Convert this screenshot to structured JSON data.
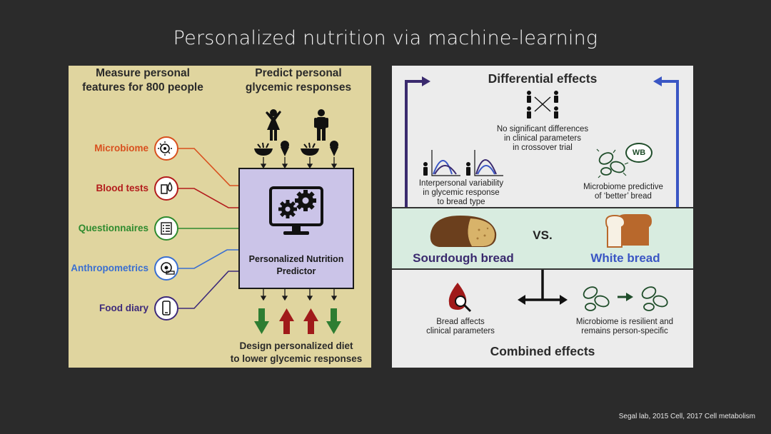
{
  "slide_title": "Personalized nutrition via machine-learning",
  "footer_citation": "Segal lab, 2015 Cell, 2017 Cell metabolism",
  "left_panel": {
    "header_measure": "Measure personal\nfeatures for 800 people",
    "header_predict": "Predict personal\nglycemic responses",
    "features": [
      {
        "label": "Microbiome",
        "color": "#d8501e",
        "icon": "bacteria-icon"
      },
      {
        "label": "Blood tests",
        "color": "#b31c1c",
        "icon": "blood-test-icon"
      },
      {
        "label": "Questionnaires",
        "color": "#2e8a2e",
        "icon": "checklist-icon"
      },
      {
        "label": "Anthropometrics",
        "color": "#3a6fd1",
        "icon": "tape-measure-icon"
      },
      {
        "label": "Food diary",
        "color": "#3d2a7a",
        "icon": "phone-icon"
      }
    ],
    "predictor_label": "Personalized Nutrition\nPredictor",
    "footer_design": "Design personalized diet\nto lower glycemic responses",
    "output_arrow_colors": [
      "#2e7d32",
      "#a01a1a",
      "#a01a1a",
      "#2e7d32"
    ]
  },
  "right_panel": {
    "differential_title": "Differential effects",
    "no_difference_text": "No significant differences\nin clinical parameters\nin crossover trial",
    "variability_text": "Interpersonal variability\nin glycemic response\nto bread type",
    "microbiome_predictive_text": "Microbiome predictive\nof ‘better’ bread",
    "wb_badge": "WB",
    "vs_text": "VS.",
    "sourdough_label": "Sourdough bread",
    "white_label": "White bread",
    "sourdough_color": "#3a2a6e",
    "white_color": "#3a56c4",
    "bread_affects_text": "Bread affects\nclinical parameters",
    "microbiome_resilient_text": "Microbiome is resilient and\nremains person-specific",
    "combined_title": "Combined effects"
  }
}
